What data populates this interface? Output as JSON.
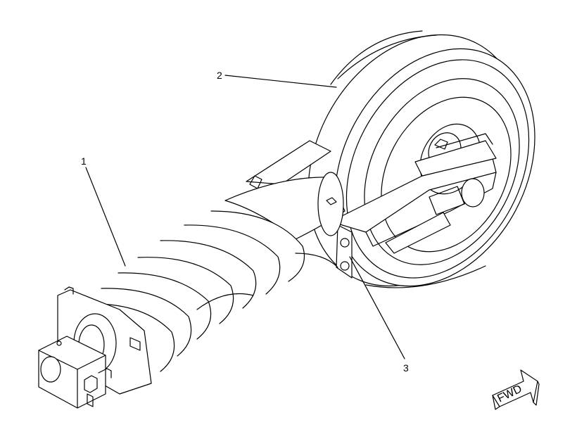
{
  "callouts": {
    "spring_assembly": "1",
    "idler_wheel": "2",
    "bracket_bolt": "3"
  },
  "direction_marker": {
    "label": "FWD",
    "icon": "forward-arrow-icon"
  }
}
